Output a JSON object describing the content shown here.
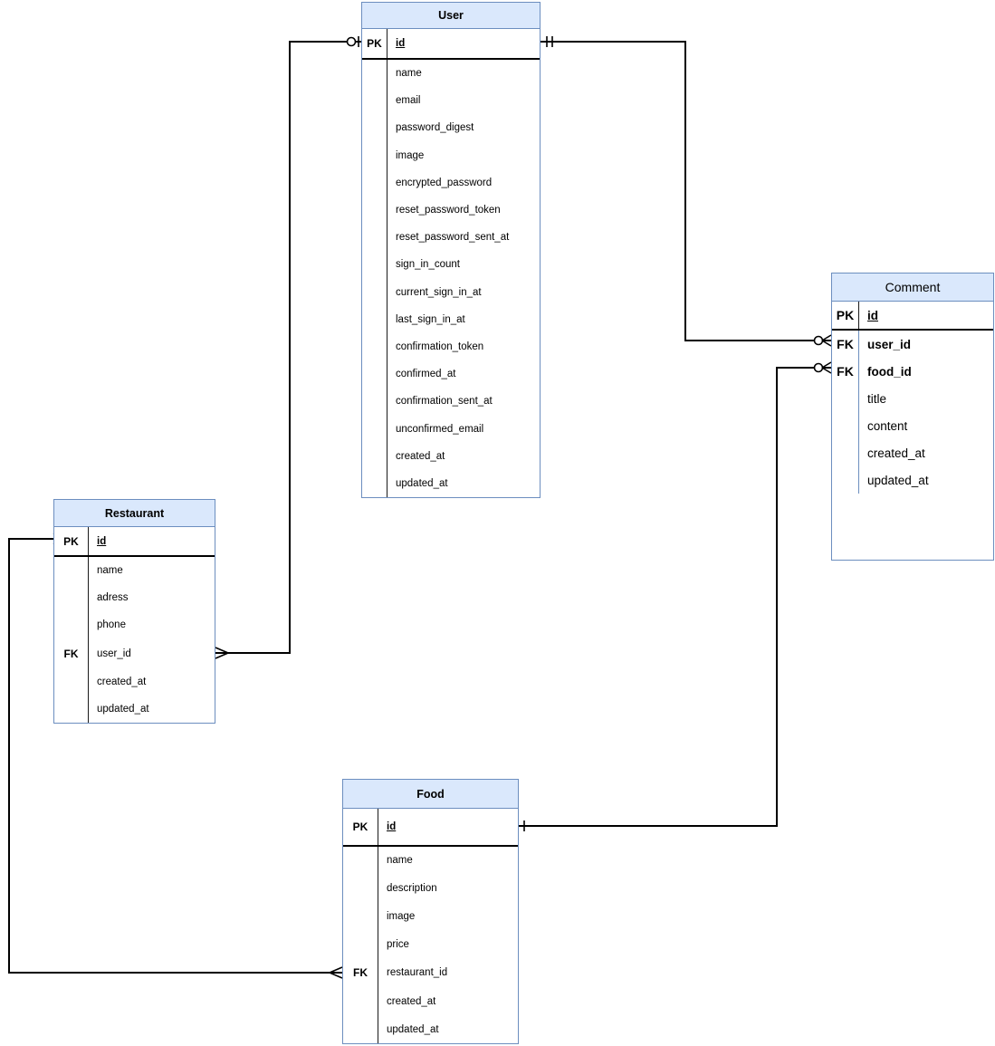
{
  "diagram": {
    "colors": {
      "header_fill": "#dae8fc",
      "table_border": "#6c8ebf",
      "edge_line": "#000000"
    },
    "tables": [
      {
        "id": "user",
        "title": "User",
        "rows": [
          {
            "key": "PK",
            "field": "id",
            "pk": true
          },
          {
            "key": "",
            "field": "name"
          },
          {
            "key": "",
            "field": "email"
          },
          {
            "key": "",
            "field": "password_digest"
          },
          {
            "key": "",
            "field": "image"
          },
          {
            "key": "",
            "field": "encrypted_password"
          },
          {
            "key": "",
            "field": "reset_password_token"
          },
          {
            "key": "",
            "field": "reset_password_sent_at"
          },
          {
            "key": "",
            "field": "sign_in_count"
          },
          {
            "key": "",
            "field": "current_sign_in_at"
          },
          {
            "key": "",
            "field": "last_sign_in_at"
          },
          {
            "key": "",
            "field": "confirmation_token"
          },
          {
            "key": "",
            "field": "confirmed_at"
          },
          {
            "key": "",
            "field": "confirmation_sent_at"
          },
          {
            "key": "",
            "field": "unconfirmed_email"
          },
          {
            "key": "",
            "field": "created_at"
          },
          {
            "key": "",
            "field": "updated_at"
          }
        ]
      },
      {
        "id": "restaurant",
        "title": "Restaurant",
        "rows": [
          {
            "key": "PK",
            "field": "id",
            "pk": true
          },
          {
            "key": "",
            "field": "name"
          },
          {
            "key": "",
            "field": "adress"
          },
          {
            "key": "",
            "field": "phone"
          },
          {
            "key": "FK",
            "field": "user_id"
          },
          {
            "key": "",
            "field": "created_at"
          },
          {
            "key": "",
            "field": "updated_at"
          }
        ]
      },
      {
        "id": "comment",
        "title": "Comment",
        "rows": [
          {
            "key": "PK",
            "field": "id",
            "pk": true
          },
          {
            "key": "FK",
            "field": "user_id",
            "bold": true
          },
          {
            "key": "FK",
            "field": "food_id",
            "bold": true
          },
          {
            "key": "",
            "field": "title"
          },
          {
            "key": "",
            "field": "content"
          },
          {
            "key": "",
            "field": "created_at"
          },
          {
            "key": "",
            "field": "updated_at"
          }
        ]
      },
      {
        "id": "food",
        "title": "Food",
        "rows": [
          {
            "key": "PK",
            "field": "id",
            "pk": true
          },
          {
            "key": "",
            "field": "name"
          },
          {
            "key": "",
            "field": "description"
          },
          {
            "key": "",
            "field": "image"
          },
          {
            "key": "",
            "field": "price"
          },
          {
            "key": "FK",
            "field": "restaurant_id"
          },
          {
            "key": "",
            "field": "created_at"
          },
          {
            "key": "",
            "field": "updated_at"
          }
        ]
      }
    ],
    "relationships": [
      {
        "from": "User.id",
        "to": "Restaurant.user_id",
        "from_cardinality": "zero-or-one",
        "to_cardinality": "many"
      },
      {
        "from": "User.id",
        "to": "Comment.user_id",
        "from_cardinality": "exactly-one",
        "to_cardinality": "zero-or-many"
      },
      {
        "from": "Food.id",
        "to": "Comment.food_id",
        "from_cardinality": "one",
        "to_cardinality": "zero-or-many"
      },
      {
        "from": "Restaurant.id",
        "to": "Food.restaurant_id",
        "from_cardinality": "many",
        "to_cardinality": "many"
      }
    ]
  }
}
